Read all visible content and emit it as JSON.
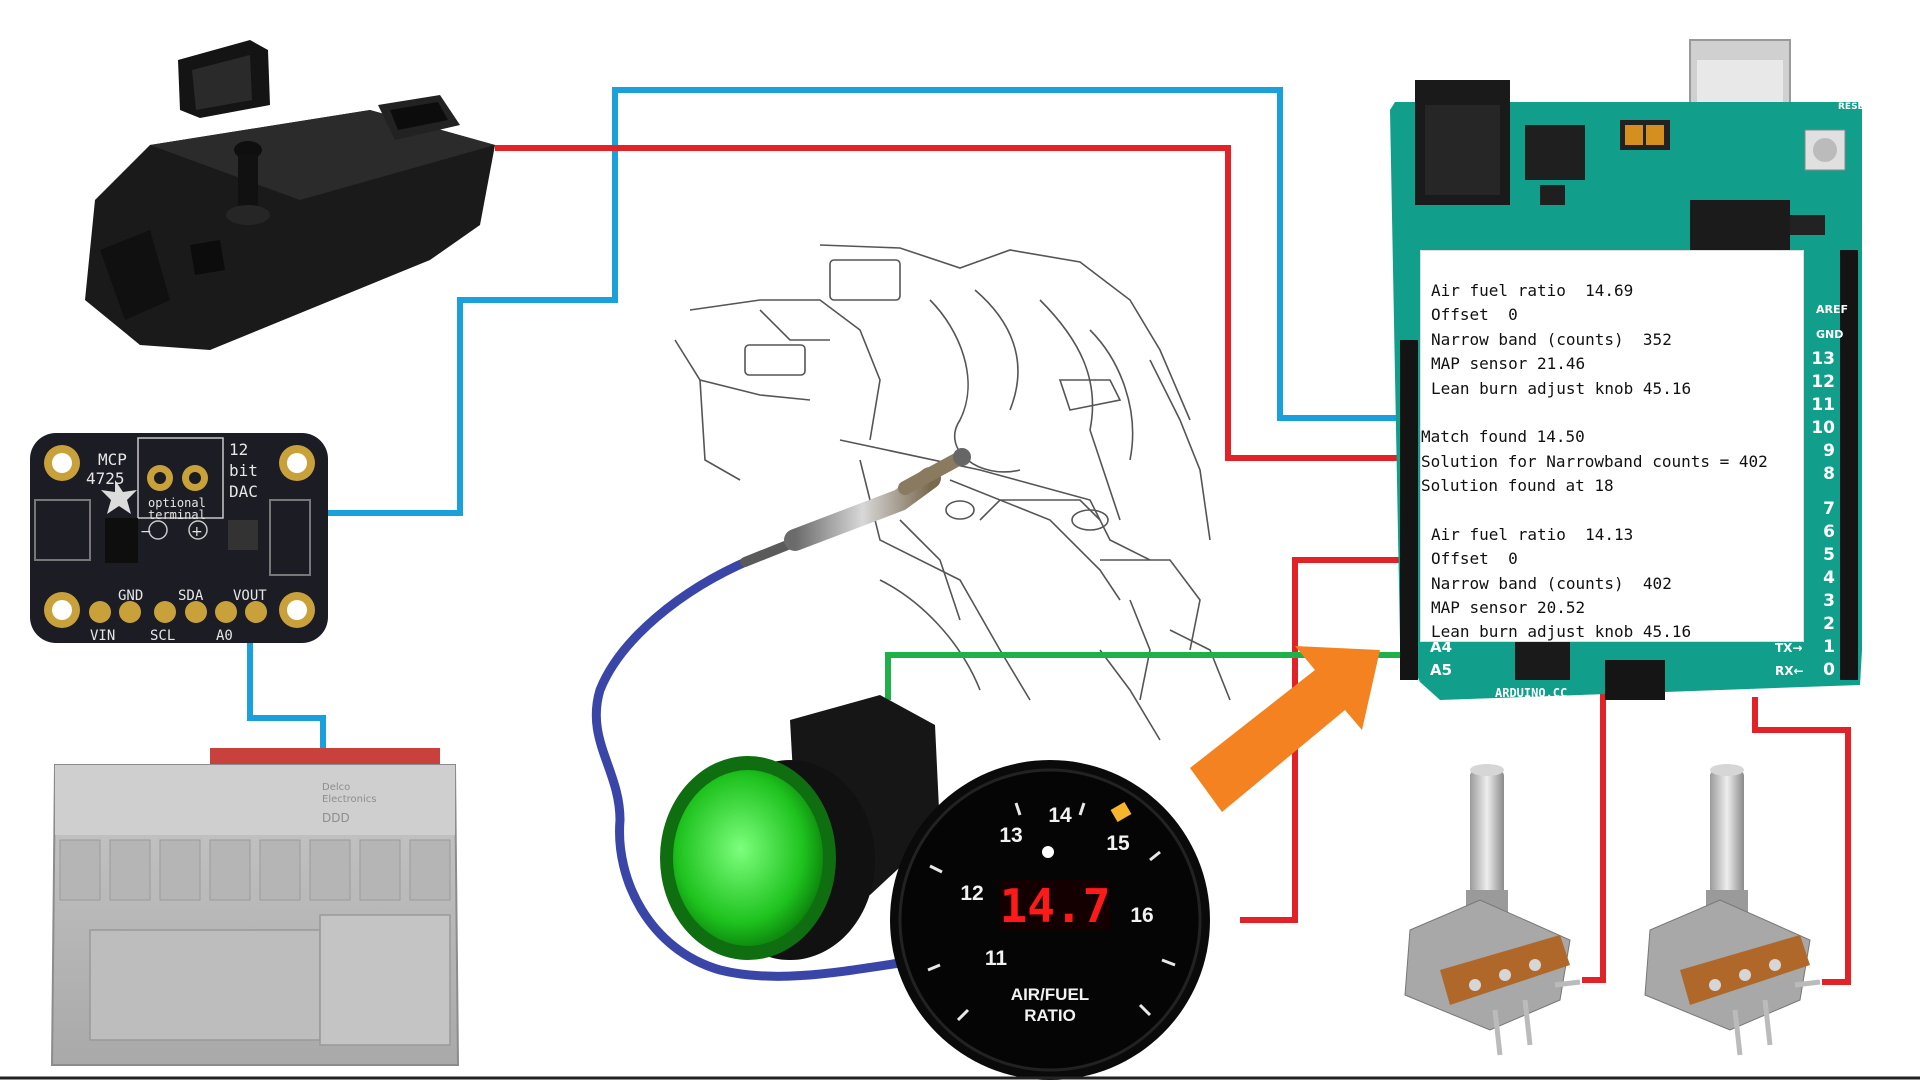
{
  "dac_board": {
    "chip": "MCP",
    "chip_num": "4725",
    "resolution_1": "12",
    "resolution_2": "bit",
    "resolution_3": "DAC",
    "terminal_1": "optional",
    "terminal_2": "terminal",
    "pins_top": [
      "GND",
      "SDA",
      "VOUT"
    ],
    "pins_bottom": [
      "VIN",
      "SCL",
      "A0"
    ]
  },
  "ecu": {
    "brand_1": "Delco",
    "brand_2": "Electronics",
    "code": "DDD"
  },
  "gauge": {
    "reading": "14.7",
    "ticks": [
      "11",
      "12",
      "13",
      "14",
      "15",
      "16"
    ],
    "label_1": "AIR/FUEL",
    "label_2": "RATIO"
  },
  "arduino": {
    "label": "ARDUINO.CC",
    "header_left": [
      "A4",
      "A5"
    ],
    "header_right": [
      "13",
      "12",
      "11",
      "10",
      "9",
      "8",
      "7",
      "6",
      "5",
      "4",
      "3",
      "2",
      "1",
      "0"
    ],
    "rx": "RX←",
    "tx": "TX→",
    "reset": "RESET",
    "aref": "AREF",
    "gnd": "GND"
  },
  "serial_monitor": {
    "block1": {
      "afr": "Air fuel ratio  14.69",
      "offset": "Offset  0",
      "narrow": "Narrow band (counts)  352",
      "map": "MAP sensor 21.46",
      "knob": "Lean burn adjust knob 45.16"
    },
    "match": {
      "found": "Match found 14.50",
      "solution": "Solution for Narrowband counts = 402",
      "at": "Solution found at 18"
    },
    "block2": {
      "afr": "Air fuel ratio  14.13",
      "offset": "Offset  0",
      "narrow": "Narrow band (counts)  402",
      "map": "MAP sensor 20.52",
      "knob": "Lean burn adjust knob 45.16"
    }
  },
  "colors": {
    "wire_red": "#e32228",
    "wire_blue": "#1aa0db",
    "wire_green": "#1fb04a",
    "arrow": "#f58220",
    "board_green": "#119e8a",
    "dac_board": "#1c1c24",
    "gauge_red": "#ff1a1a",
    "cable": "#3a45a8"
  }
}
